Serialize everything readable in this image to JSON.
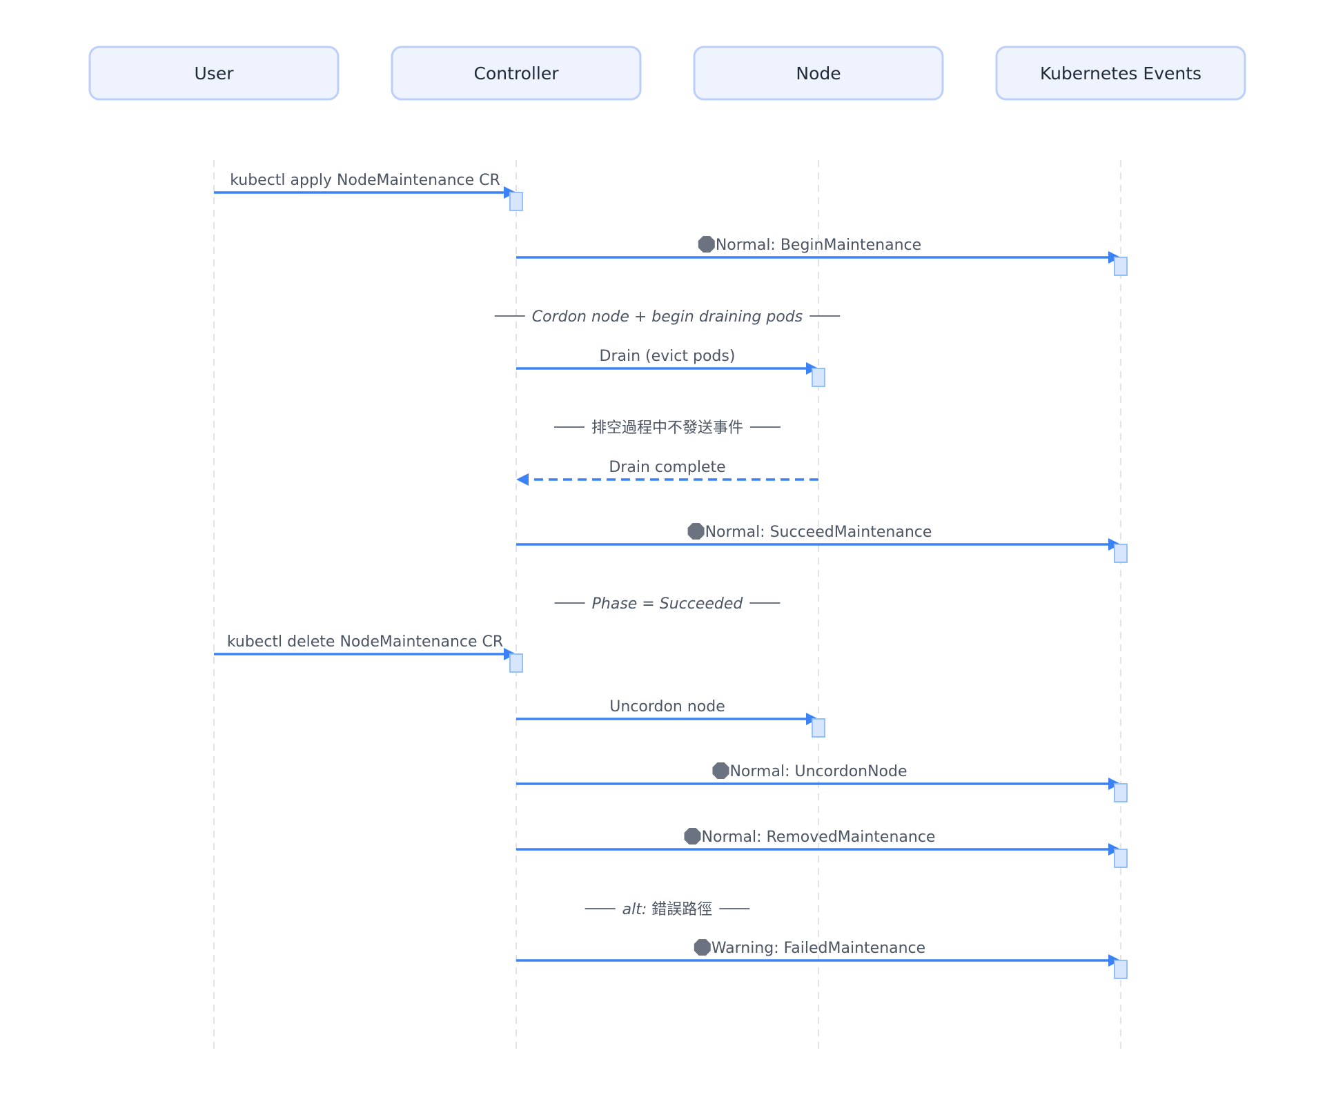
{
  "participants": [
    {
      "id": "user",
      "label": "User"
    },
    {
      "id": "controller",
      "label": "Controller"
    },
    {
      "id": "node",
      "label": "Node"
    },
    {
      "id": "events",
      "label": "Kubernetes Events"
    }
  ],
  "steps": [
    {
      "kind": "message",
      "from": "user",
      "to": "controller",
      "label": "kubectl apply NodeMaintenance CR",
      "style": "solid",
      "event_icon": false
    },
    {
      "kind": "message",
      "from": "controller",
      "to": "events",
      "label": "Normal: BeginMaintenance",
      "style": "solid",
      "event_icon": true
    },
    {
      "kind": "note",
      "segments": [
        {
          "text": "Cordon node + begin draining pods",
          "italic": true
        }
      ]
    },
    {
      "kind": "message",
      "from": "controller",
      "to": "node",
      "label": "Drain (evict pods)",
      "style": "solid",
      "event_icon": false
    },
    {
      "kind": "note",
      "segments": [
        {
          "text": "排空過程中不發送事件",
          "italic": false
        }
      ]
    },
    {
      "kind": "message",
      "from": "node",
      "to": "controller",
      "label": "Drain complete",
      "style": "dashed",
      "event_icon": false
    },
    {
      "kind": "message",
      "from": "controller",
      "to": "events",
      "label": "Normal: SucceedMaintenance",
      "style": "solid",
      "event_icon": true
    },
    {
      "kind": "note",
      "segments": [
        {
          "text": "Phase = Succeeded",
          "italic": true
        }
      ]
    },
    {
      "kind": "message",
      "from": "user",
      "to": "controller",
      "label": "kubectl delete NodeMaintenance CR",
      "style": "solid",
      "event_icon": false
    },
    {
      "kind": "message",
      "from": "controller",
      "to": "node",
      "label": "Uncordon node",
      "style": "solid",
      "event_icon": false
    },
    {
      "kind": "message",
      "from": "controller",
      "to": "events",
      "label": "Normal: UncordonNode",
      "style": "solid",
      "event_icon": true
    },
    {
      "kind": "message",
      "from": "controller",
      "to": "events",
      "label": "Normal: RemovedMaintenance",
      "style": "solid",
      "event_icon": true
    },
    {
      "kind": "note",
      "segments": [
        {
          "text": "alt:",
          "italic": true
        },
        {
          "text": " 錯誤路徑",
          "italic": false
        }
      ]
    },
    {
      "kind": "message",
      "from": "controller",
      "to": "events",
      "label": "Warning: FailedMaintenance",
      "style": "solid",
      "event_icon": true
    }
  ],
  "colors": {
    "arrow": "#3b82f6",
    "participant_fill": "#eef3fe",
    "participant_border": "#bccffa",
    "activation_fill": "#d7e6fd",
    "label_text": "#4b5563",
    "event_icon": "#6b7280"
  }
}
